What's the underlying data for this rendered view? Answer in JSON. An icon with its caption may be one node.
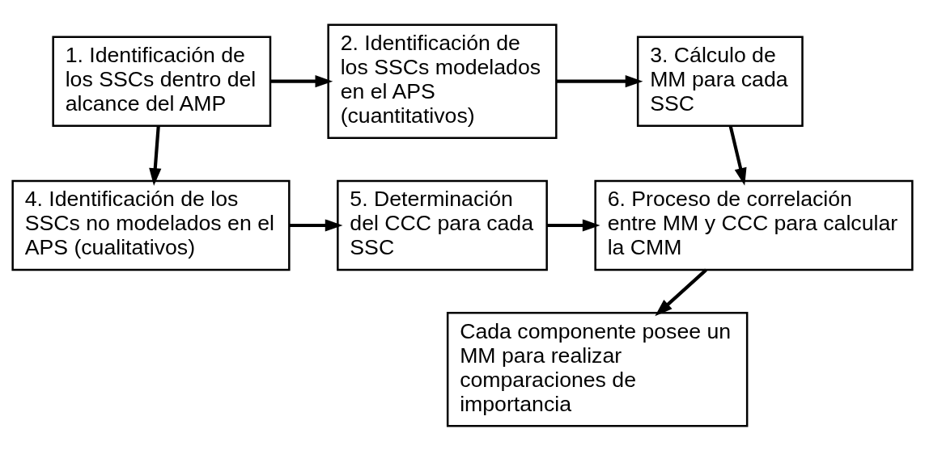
{
  "diagram": {
    "nodes": [
      {
        "text": [
          "1. Identificación de los SSCs dentro del alcance del AMP"
        ]
      },
      {
        "text": [
          "2. Identificación de los SSCs modelados en el APS (cuantitativos)"
        ]
      },
      {
        "text": [
          "3. Cálculo de MM para cada SSC"
        ]
      },
      {
        "text": [
          "4. Identificación de los SSCs no modelados en el APS (cualitativos)"
        ]
      },
      {
        "text": [
          "5. Determinación del CCC para cada SSC"
        ]
      },
      {
        "text": [
          "6. Proceso de correlación entre MM y CCC para calcular la CMM"
        ]
      },
      {
        "text": [
          "Cada componente posee un MM para realizar comparaciones de importancia"
        ]
      }
    ],
    "edges": [
      {
        "from": 0,
        "to": 1,
        "arrow": "to"
      },
      {
        "from": 1,
        "to": 2,
        "arrow": "to"
      },
      {
        "from": 0,
        "to": 3,
        "arrow": "to"
      },
      {
        "from": 2,
        "to": 5,
        "arrow": "to"
      },
      {
        "from": 3,
        "to": 4,
        "arrow": "to"
      },
      {
        "from": 4,
        "to": 5,
        "arrow": "to"
      },
      {
        "from": 5,
        "to": 6,
        "arrow": "to"
      }
    ]
  }
}
